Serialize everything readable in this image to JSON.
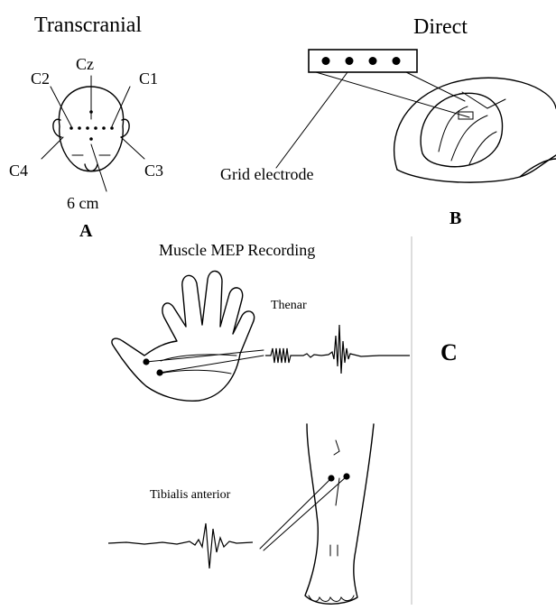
{
  "panel_a": {
    "title": "Transcranial",
    "electrodes": [
      "Cz",
      "C2",
      "C1",
      "C4",
      "C3"
    ],
    "distance": "6 cm",
    "panel_label": "A"
  },
  "panel_b": {
    "title": "Direct",
    "electrode_label": "Grid electrode",
    "panel_label": "B"
  },
  "panel_c": {
    "title": "Muscle MEP Recording",
    "thenar": "Thenar",
    "tibialis": "Tibialis anterior",
    "panel_label": "C"
  }
}
